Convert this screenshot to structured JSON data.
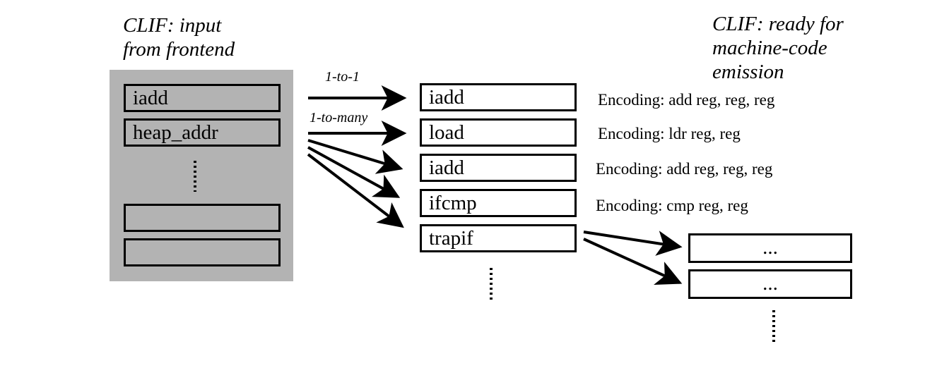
{
  "input_heading": {
    "line1": "CLIF: input",
    "line2": "from frontend"
  },
  "output_heading": {
    "line1": "CLIF: ready for",
    "line2": "machine-code",
    "line3": "emission"
  },
  "input_instructions": [
    "iadd",
    "heap_addr",
    "",
    ""
  ],
  "arrow_labels": {
    "one_to_one": "1-to-1",
    "one_to_many": "1-to-many"
  },
  "output_instructions": [
    {
      "name": "iadd",
      "encoding": "Encoding: add reg, reg, reg"
    },
    {
      "name": "load",
      "encoding": "Encoding: ldr reg, reg"
    },
    {
      "name": "iadd",
      "encoding": "Encoding: add reg, reg, reg"
    },
    {
      "name": "ifcmp",
      "encoding": "Encoding: cmp reg, reg"
    },
    {
      "name": "trapif",
      "encoding": ""
    }
  ],
  "expanded_instructions": [
    "...",
    "..."
  ],
  "colors": {
    "panel": "#b3b3b3",
    "stroke": "#000000",
    "background": "#ffffff"
  }
}
